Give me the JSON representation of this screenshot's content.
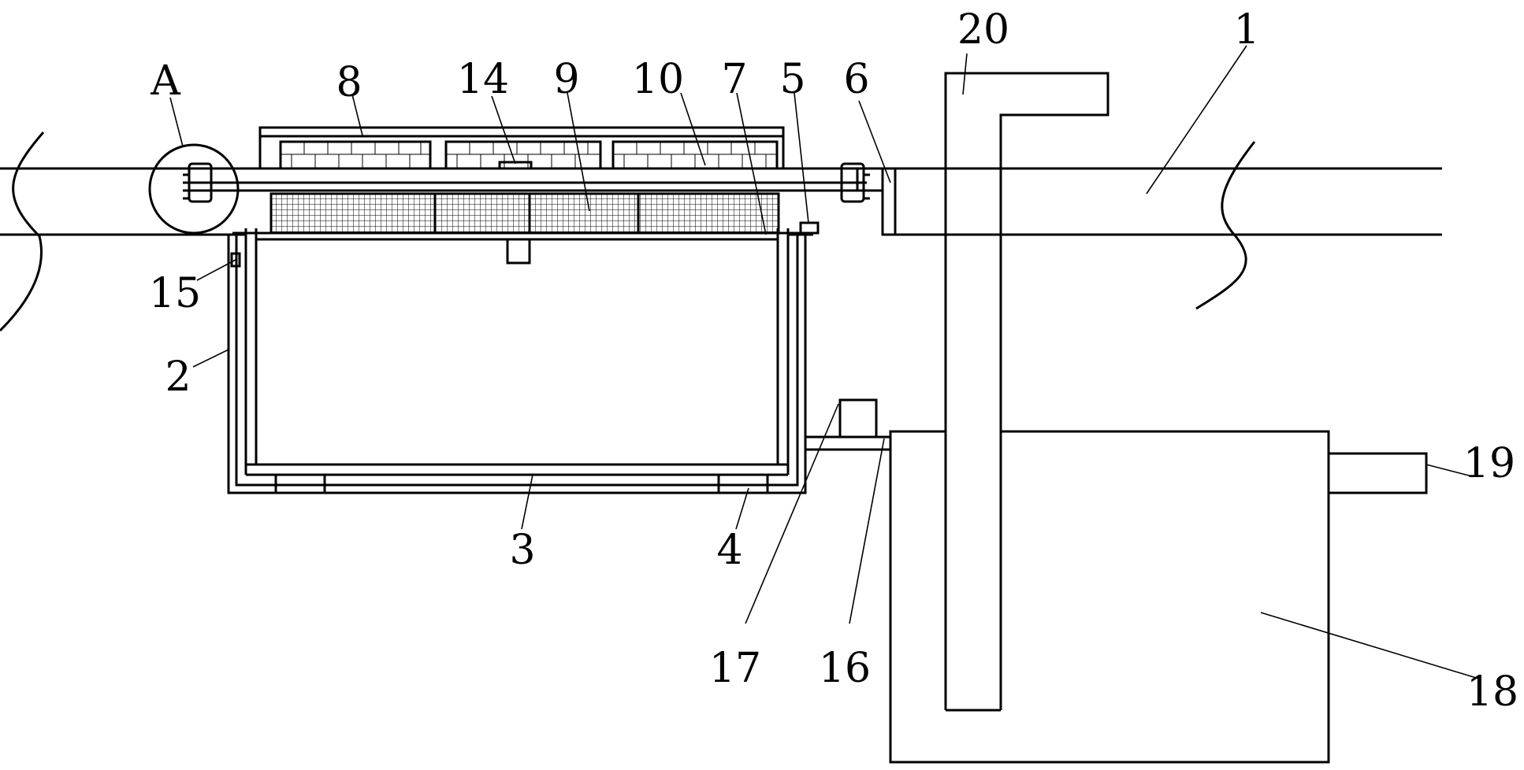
{
  "figure": {
    "labels": {
      "A": "A",
      "p1": "1",
      "p2": "2",
      "p3": "3",
      "p4": "4",
      "p5": "5",
      "p6": "6",
      "p7": "7",
      "p8": "8",
      "p9": "9",
      "p10": "10",
      "p14": "14",
      "p15": "15",
      "p16": "16",
      "p17": "17",
      "p18": "18",
      "p19": "19",
      "p20": "20"
    },
    "colors": {
      "line": "#000000",
      "background": "#ffffff"
    }
  }
}
